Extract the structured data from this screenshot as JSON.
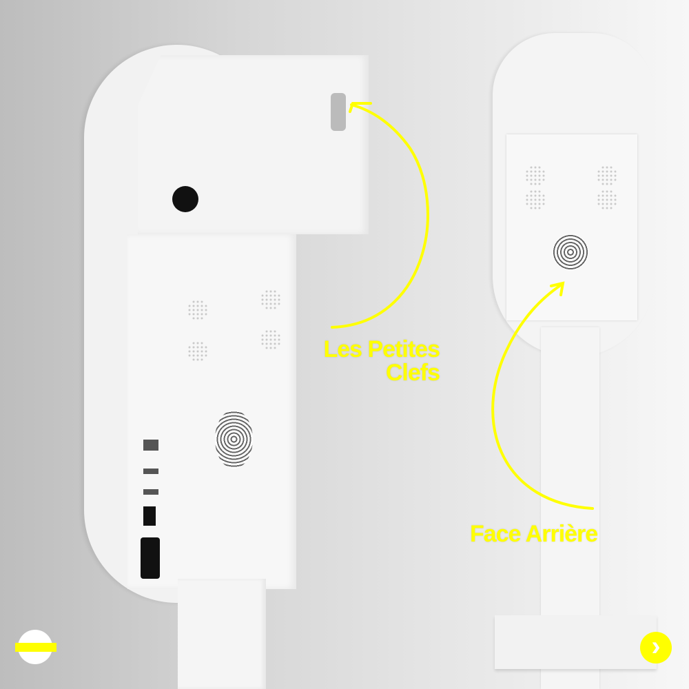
{
  "annotations": {
    "keys_label_line1": "Les Petites",
    "keys_label_line2": "Clefs",
    "back_label": "Face Arrière"
  },
  "controls": {
    "prev_icon": "minus-icon",
    "next_icon": "chevron-right-icon",
    "next_symbol": "›"
  },
  "colors": {
    "accent": "#ffff00"
  }
}
